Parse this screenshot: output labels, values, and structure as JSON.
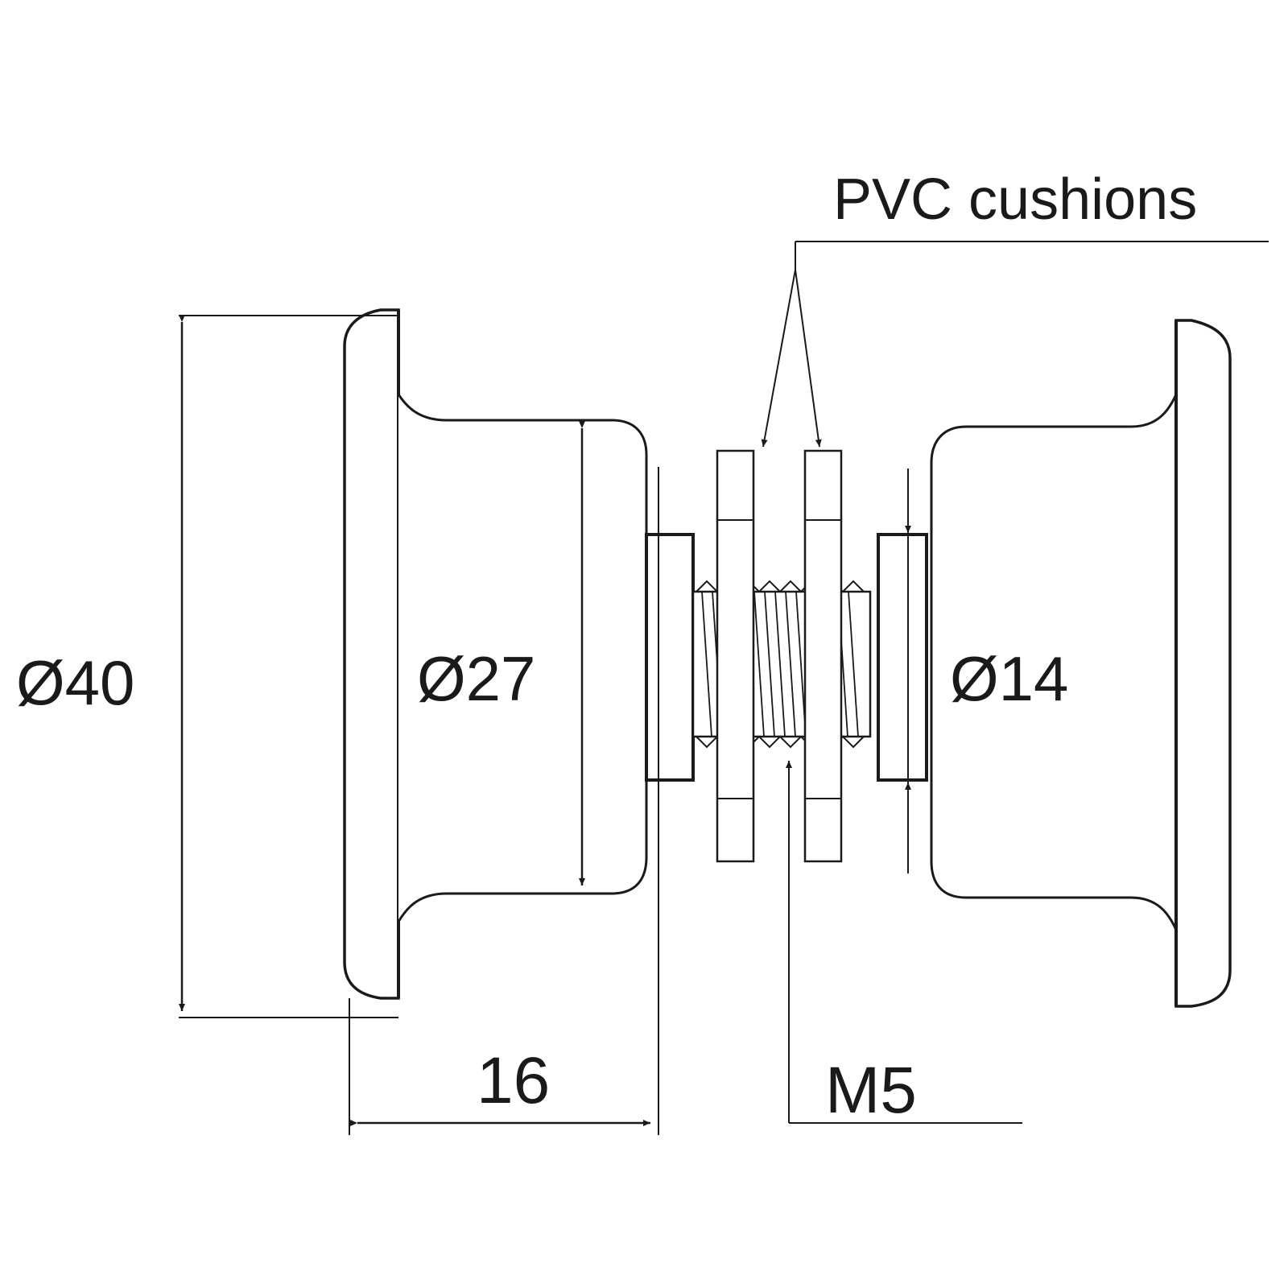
{
  "labels": {
    "callout": "PVC cushions",
    "outer_diameter": "Ø40",
    "body_diameter": "Ø27",
    "collar_diameter": "Ø14",
    "length": "16",
    "thread": "M5"
  },
  "colors": {
    "stroke": "#1a1a1a",
    "background": "#ffffff"
  }
}
